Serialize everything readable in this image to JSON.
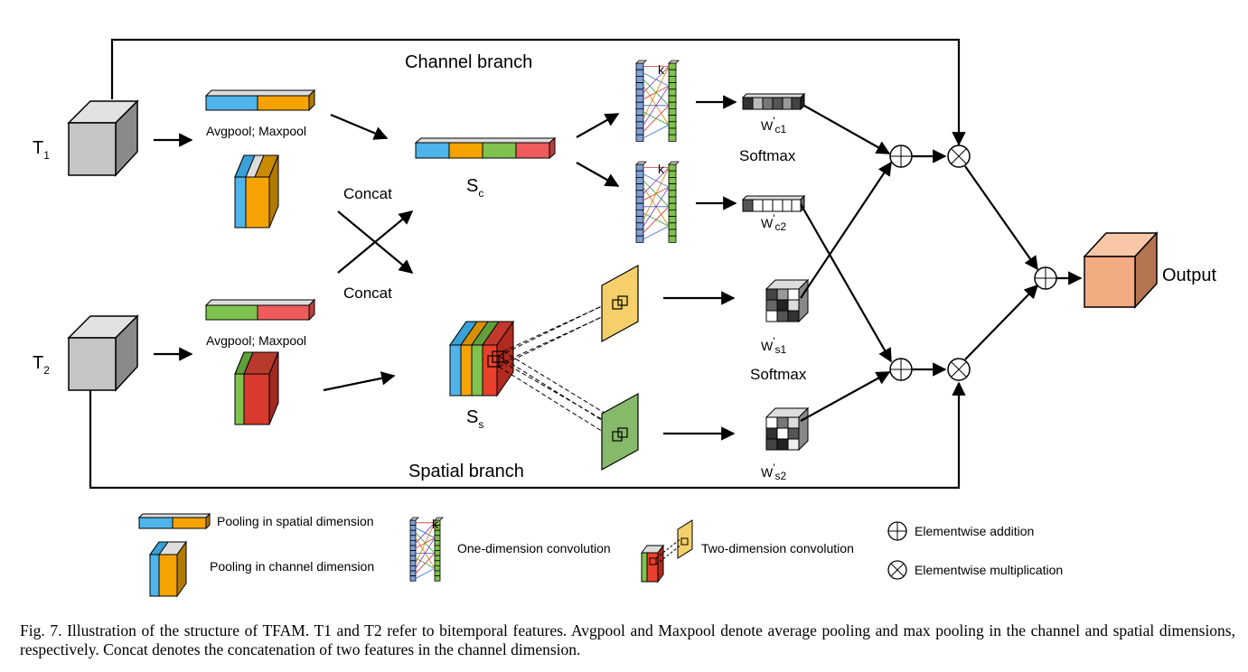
{
  "branches": {
    "channel": "Channel branch",
    "spatial": "Spatial branch"
  },
  "inputs": {
    "t1": "T",
    "t1_sub": "1",
    "t2": "T",
    "t2_sub": "2"
  },
  "pool_label_top": "Avgpool; Maxpool",
  "pool_label_bottom": "Avgpool; Maxpool",
  "concat_top": "Concat",
  "concat_bottom": "Concat",
  "sc": "S",
  "sc_sub": "c",
  "ss": "S",
  "ss_sub": "s",
  "kernel": "k",
  "weights": {
    "wc1": "W",
    "wc1_sub": "c1",
    "wc2": "W",
    "wc2_sub": "c2",
    "ws1": "W",
    "ws1_sub": "s1",
    "ws2": "W",
    "ws2_sub": "s2",
    "prime": "'"
  },
  "softmax_top": "Softmax",
  "softmax_bottom": "Softmax",
  "output": "Output",
  "legend": {
    "spatial_pool": "Pooling in spatial dimension",
    "channel_pool": "Pooling in channel dimension",
    "conv1d": "One-dimension convolution",
    "conv2d": "Two-dimension convolution",
    "add": "Elementwise addition",
    "mul": "Elementwise multiplication"
  },
  "caption": "Fig. 7.  Illustration of the structure of TFAM. T1 and T2 refer to bitemporal features. Avgpool and Maxpool denote average pooling and max pooling in the channel and spatial dimensions, respectively. Concat denotes the concatenation of two features in the channel dimension.",
  "colors": {
    "blue": "#4fb4ea",
    "orange": "#f5a300",
    "green": "#7fc34e",
    "red": "#ef5b5b",
    "gray": "#c8c8c8",
    "output": "#f2aa80",
    "yellow": "#f4cf6a",
    "sgreen": "#86b96a"
  }
}
